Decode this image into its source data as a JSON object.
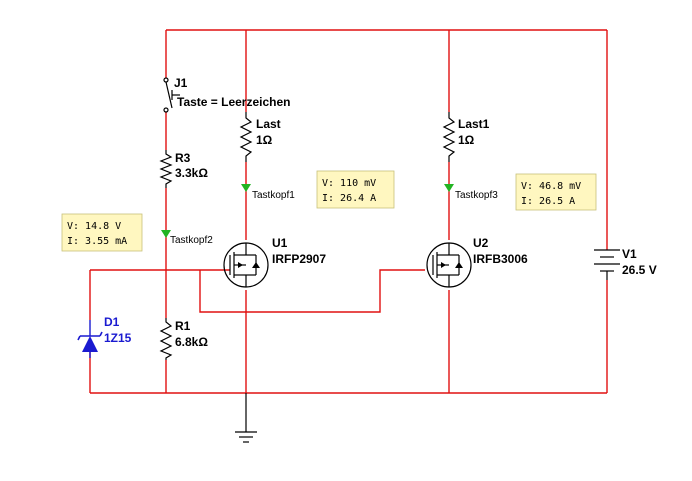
{
  "components": {
    "switch": {
      "ref": "J1",
      "label": "Taste = Leerzeichen"
    },
    "r3": {
      "ref": "R3",
      "value": "3.3kΩ"
    },
    "r1": {
      "ref": "R1",
      "value": "6.8kΩ"
    },
    "load": {
      "ref": "Last",
      "value": "1Ω"
    },
    "load1": {
      "ref": "Last1",
      "value": "1Ω"
    },
    "u1": {
      "ref": "U1",
      "part": "IRFP2907"
    },
    "u2": {
      "ref": "U2",
      "part": "IRFB3006"
    },
    "d1": {
      "ref": "D1",
      "part": "1Z15"
    },
    "v1": {
      "ref": "V1",
      "value": "26.5 V"
    }
  },
  "probes": {
    "p1": {
      "name": "Tastkopf1",
      "v": "V: 110 mV",
      "i": "I: 26.4 A"
    },
    "p2": {
      "name": "Tastkopf2",
      "v": "V: 14.8 V",
      "i": "I: 3.55 mA"
    },
    "p3": {
      "name": "Tastkopf3",
      "v": "V: 46.8 mV",
      "i": "I: 26.5 A"
    }
  }
}
